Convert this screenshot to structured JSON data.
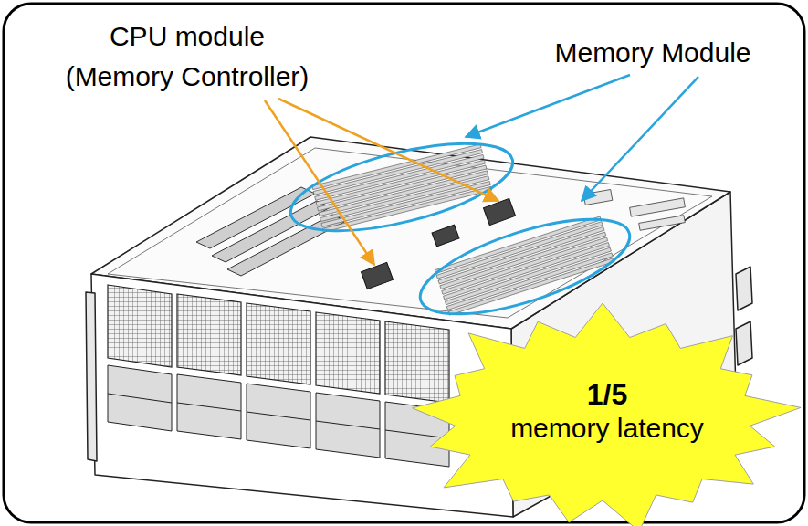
{
  "diagram": {
    "nodes": [
      {
        "text": [
          "1/5",
          "memory latency"
        ]
      }
    ],
    "labels": [
      "CPU module",
      "(Memory Controller)",
      "Memory Module"
    ]
  }
}
